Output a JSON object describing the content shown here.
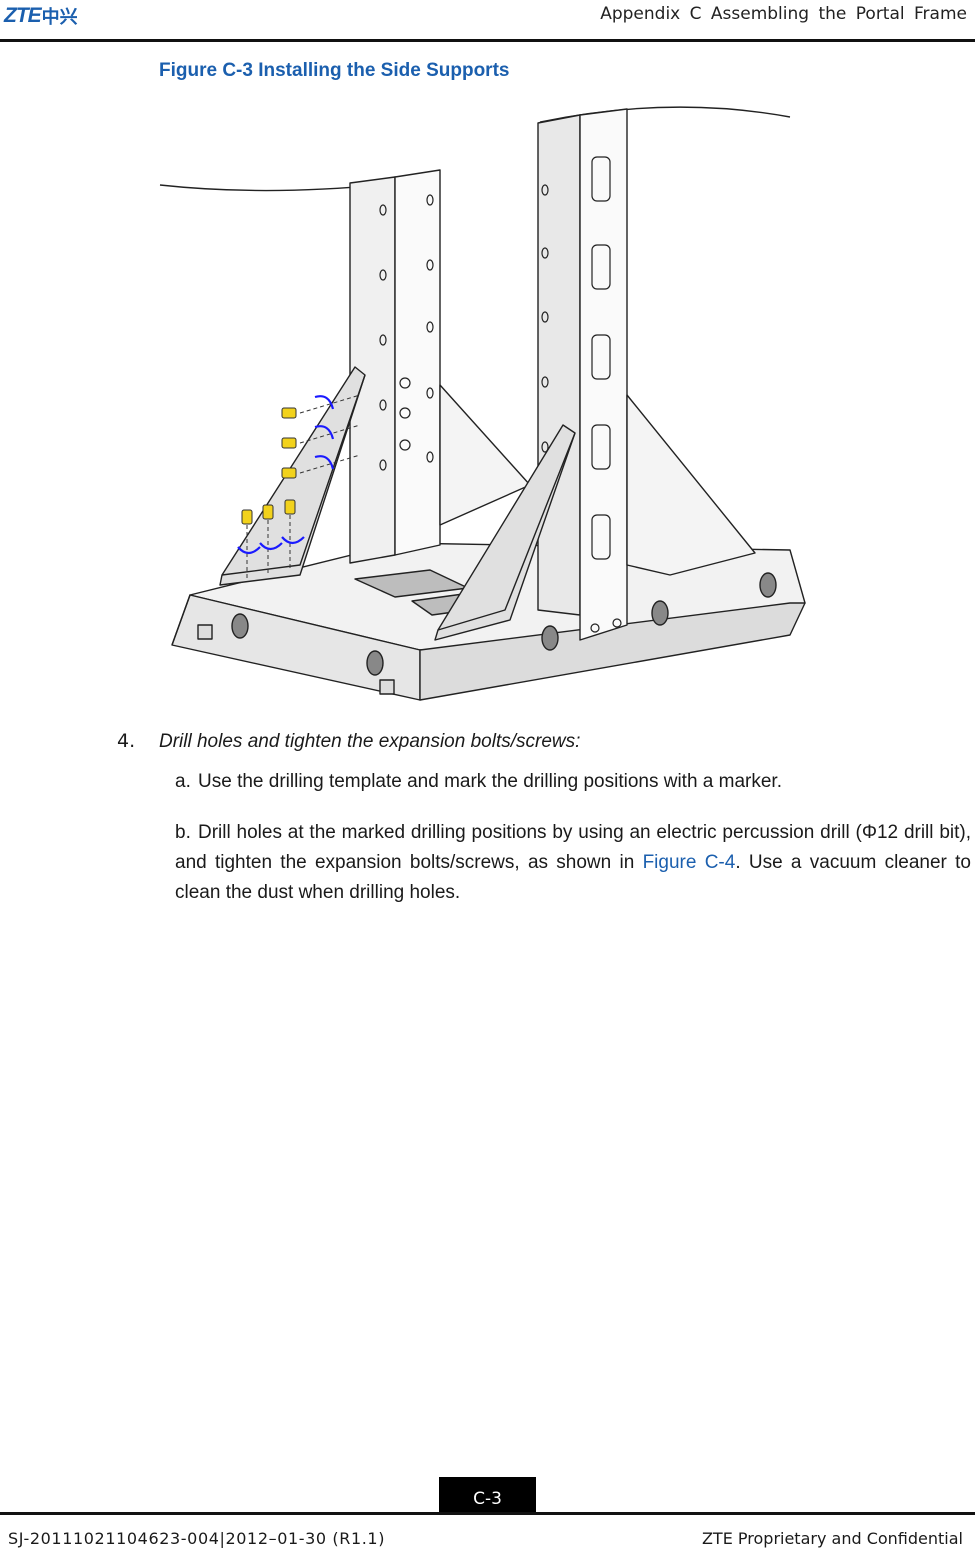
{
  "header": {
    "logo_latin": "ZTE",
    "logo_cn": "中兴",
    "running_title": "Appendix C Assembling the Portal Frame"
  },
  "figure": {
    "caption": "Figure C-3 Installing the Side Supports"
  },
  "step": {
    "number": "4.",
    "text": "Drill holes and tighten the expansion bolts/screws:"
  },
  "substeps": {
    "a_label": "a.",
    "a_text": "Use the drilling template and mark the drilling positions with a marker.",
    "b_label": "b.",
    "b_text_1": "Drill holes at the marked drilling positions by using an electric percussion drill (Φ12 drill bit), and tighten the expansion bolts/screws, as shown in",
    "b_link": "Figure C-4",
    "b_text_2": ". Use a vacuum cleaner to clean the dust when drilling holes."
  },
  "footer": {
    "page": "C-3",
    "doc_id": "SJ-20111021104623-004|2012–01-30 (R1.1)",
    "confidential": "ZTE Proprietary and Confidential"
  },
  "colors": {
    "accent": "#1b5fae",
    "arrow": "#1a1aff",
    "bolt": "#f2d21c"
  }
}
